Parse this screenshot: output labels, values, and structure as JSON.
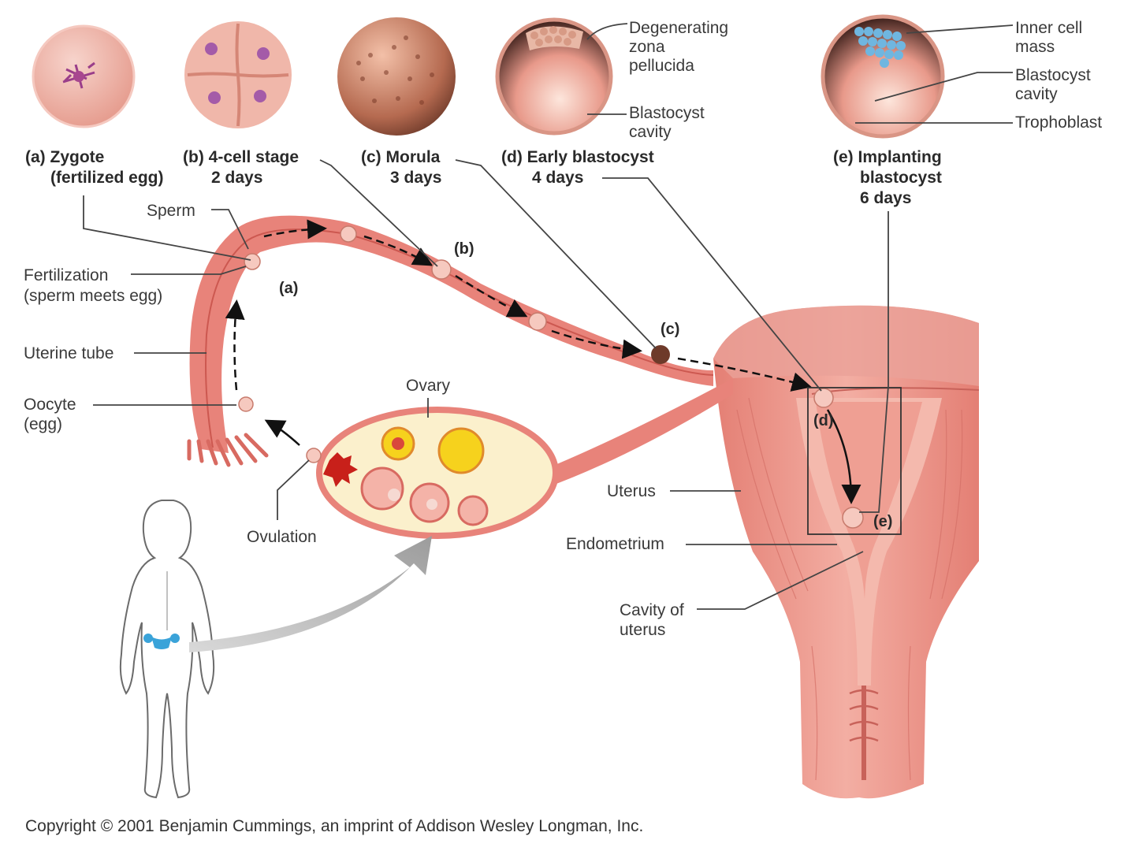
{
  "stages": {
    "a": {
      "title": "(a) Zygote",
      "sub": "(fertilized egg)"
    },
    "b": {
      "title": "(b) 4-cell stage",
      "sub": "2 days"
    },
    "c": {
      "title": "(c) Morula",
      "sub": "3 days"
    },
    "d": {
      "title": "(d) Early blastocyst",
      "sub": "4 days"
    },
    "e": {
      "title": "(e) Implanting",
      "sub": "blastocyst",
      "sub2": "6 days"
    }
  },
  "labels": {
    "degenerating_1": "Degenerating",
    "degenerating_2": "zona",
    "degenerating_3": "pellucida",
    "blasto_cavity_d_1": "Blastocyst",
    "blasto_cavity_d_2": "cavity",
    "inner_cell_1": "Inner cell",
    "inner_cell_2": "mass",
    "blasto_cavity_e_1": "Blastocyst",
    "blasto_cavity_e_2": "cavity",
    "trophoblast": "Trophoblast",
    "sperm": "Sperm",
    "fertilization_1": "Fertilization",
    "fertilization_2": "(sperm meets egg)",
    "uterine_tube": "Uterine tube",
    "oocyte_1": "Oocyte",
    "oocyte_2": "(egg)",
    "ovary": "Ovary",
    "ovulation": "Ovulation",
    "uterus": "Uterus",
    "endometrium": "Endometrium",
    "cavity_1": "Cavity of",
    "cavity_2": "uterus"
  },
  "tags": {
    "a": "(a)",
    "b": "(b)",
    "c": "(c)",
    "d": "(d)",
    "e": "(e)"
  },
  "copyright": "Copyright © 2001 Benjamin Cummings, an imprint of Addison Wesley Longman, Inc.",
  "colors": {
    "tissue": "#e8837a",
    "tissue_dark": "#c85a52",
    "tissue_light": "#f2b3a8",
    "ovary": "#fbf0cc",
    "follicle_yellow": "#f6d21d",
    "inner_cell": "#6fb6e0",
    "highlight_blue": "#3aa3d9"
  }
}
